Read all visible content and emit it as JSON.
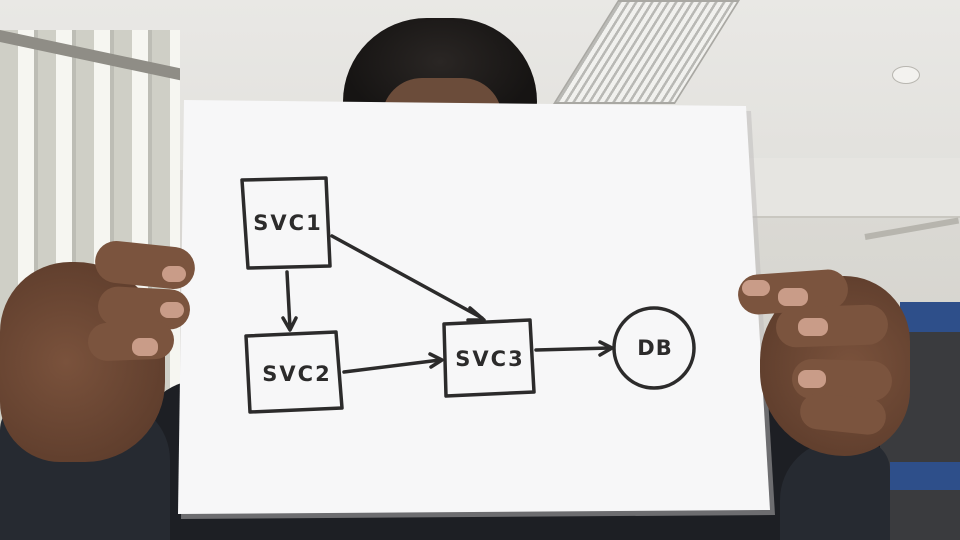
{
  "diagram": {
    "nodes": [
      {
        "id": "svc1",
        "label": "SVC1",
        "shape": "rectangle"
      },
      {
        "id": "svc2",
        "label": "SVC2",
        "shape": "rectangle"
      },
      {
        "id": "svc3",
        "label": "SVC3",
        "shape": "rectangle"
      },
      {
        "id": "db",
        "label": "DB",
        "shape": "circle"
      }
    ],
    "edges": [
      {
        "from": "svc1",
        "to": "svc2"
      },
      {
        "from": "svc1",
        "to": "svc3"
      },
      {
        "from": "svc2",
        "to": "svc3"
      },
      {
        "from": "svc3",
        "to": "db"
      }
    ]
  },
  "colors": {
    "ink": "#2c2b2b",
    "paper": "#f7f7f8",
    "skin": "#6e4a36",
    "shirt": "#1d1f24"
  }
}
